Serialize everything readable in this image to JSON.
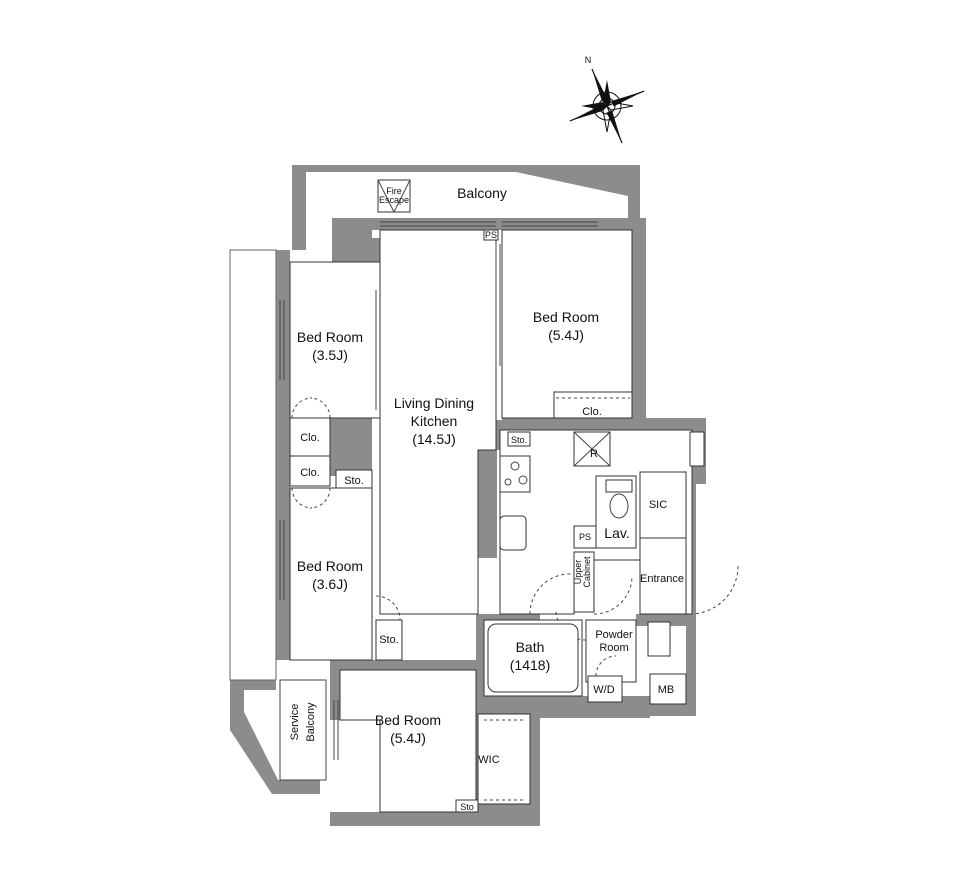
{
  "rooms": {
    "balcony": "Balcony",
    "fire_escape_line1": "Fire",
    "fire_escape_line2": "Escape",
    "ps_top": "PS",
    "bed_a": {
      "name": "Bed Room",
      "size": "(3.5J)"
    },
    "bed_b": {
      "name": "Bed Room",
      "size": "(5.4J)"
    },
    "bed_c": {
      "name": "Bed Room",
      "size": "(3.6J)"
    },
    "bed_d": {
      "name": "Bed Room",
      "size": "(5.4J)"
    },
    "ldk": {
      "line1": "Living Dining",
      "line2": "Kitchen",
      "size": "(14.5J)"
    },
    "clo_a": "Clo.",
    "clo_b": "Clo.",
    "clo_c": "Clo.",
    "sto_a": "Sto.",
    "sto_b": "Sto.",
    "sto_c": "Sto.",
    "sto_d": "Sto",
    "refrigerator": "R",
    "sic": "SIC",
    "lav": "Lav.",
    "ps_mid": "PS",
    "upper_cabinet_line1": "Upper",
    "upper_cabinet_line2": "Cabinet",
    "entrance": "Entrance",
    "bath": {
      "name": "Bath",
      "size": "(1418)"
    },
    "powder_room": {
      "line1": "Powder",
      "line2": "Room"
    },
    "wd": "W/D",
    "mb": "MB",
    "service_balcony": {
      "line1": "Service",
      "line2": "Balcony"
    },
    "wic": "WIC"
  },
  "compass": {
    "north_label": "N"
  }
}
